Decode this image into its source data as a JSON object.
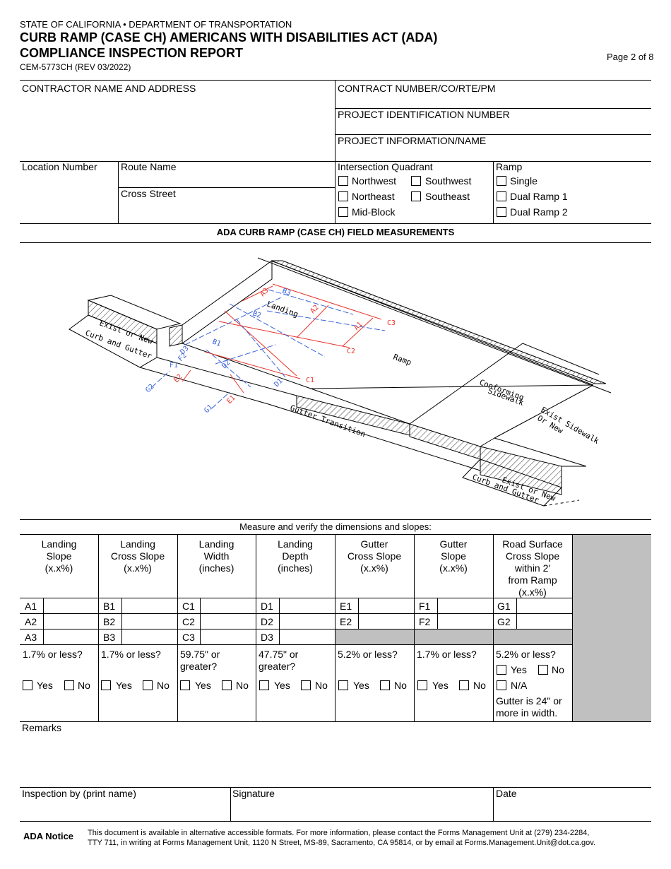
{
  "header": {
    "agency": "STATE OF CALIFORNIA • DEPARTMENT OF TRANSPORTATION",
    "title_line1": "CURB RAMP (CASE CH) AMERICANS WITH DISABILITIES ACT (ADA)",
    "title_line2": "COMPLIANCE INSPECTION REPORT",
    "form_number": "CEM-5773CH (REV 03/2022)",
    "page": "Page 2 of 8"
  },
  "info": {
    "contractor": "CONTRACTOR NAME AND ADDRESS",
    "contract_number": "CONTRACT NUMBER/CO/RTE/PM",
    "project_id": "PROJECT IDENTIFICATION NUMBER",
    "project_info": "PROJECT INFORMATION/NAME",
    "location_number": "Location Number",
    "route_name": "Route Name",
    "cross_street": "Cross Street",
    "quadrant_label": "Intersection Quadrant",
    "quadrants": [
      "Northwest",
      "Southwest",
      "Northeast",
      "Southeast",
      "Mid-Block"
    ],
    "ramp_label": "Ramp",
    "ramps": [
      "Single",
      "Dual Ramp 1",
      "Dual Ramp 2"
    ]
  },
  "section_title": "ADA CURB RAMP (CASE CH) FIELD MEASUREMENTS",
  "diagram": {
    "labels": {
      "landing": "Landing",
      "ramp": "Ramp",
      "conforming": "Conforming",
      "sidewalk": "Sidewalk",
      "exist_sidewalk_1": "Exist Sidewalk",
      "exist_sidewalk_2": "Or New",
      "gutter_transition": "Gutter Transition",
      "curb_left_1": "Exist or New",
      "curb_left_2": "Curb and Gutter",
      "curb_right_1": "Exist or New",
      "curb_right_2": "Curb and Gutter"
    },
    "points": [
      "A1",
      "A2",
      "A3",
      "B1",
      "B2",
      "B3",
      "C1",
      "C2",
      "C3",
      "D1",
      "D2",
      "D3",
      "E1",
      "E2",
      "F1",
      "F2",
      "G1",
      "G2"
    ],
    "colors": {
      "red": "#e8332a",
      "blue": "#3a64d8"
    }
  },
  "measure_caption": "Measure and verify the dimensions and slopes:",
  "columns": [
    {
      "header": [
        "Landing",
        "Slope",
        "(x.x%)"
      ],
      "rows": [
        "A1",
        "A2",
        "A3"
      ],
      "criteria": [
        "1.7% or less?"
      ]
    },
    {
      "header": [
        "Landing",
        "Cross Slope",
        "(x.x%)"
      ],
      "rows": [
        "B1",
        "B2",
        "B3"
      ],
      "criteria": [
        "1.7% or less?"
      ]
    },
    {
      "header": [
        "Landing",
        "Width",
        "(inches)"
      ],
      "rows": [
        "C1",
        "C2",
        "C3"
      ],
      "criteria": [
        "59.75\" or",
        "greater?"
      ]
    },
    {
      "header": [
        "Landing",
        "Depth",
        "(inches)"
      ],
      "rows": [
        "D1",
        "D2",
        "D3"
      ],
      "criteria": [
        "47.75\" or",
        "greater?"
      ]
    },
    {
      "header": [
        "Gutter",
        "Cross Slope",
        "(x.x%)"
      ],
      "rows": [
        "E1",
        "E2"
      ],
      "criteria": [
        "5.2% or less?"
      ]
    },
    {
      "header": [
        "Gutter",
        "Slope",
        "(x.x%)"
      ],
      "rows": [
        "F1",
        "F2"
      ],
      "criteria": [
        "1.7% or less?"
      ]
    },
    {
      "header": [
        "Road Surface",
        "Cross Slope",
        "within 2'",
        "from Ramp",
        "(x.x%)"
      ],
      "rows": [
        "G1",
        "G2"
      ],
      "criteria": [
        "5.2% or less?"
      ]
    }
  ],
  "yes_label": "Yes",
  "no_label": "No",
  "na_label": "N/A",
  "gutter_note": [
    "Gutter is 24\" or",
    "more in width."
  ],
  "remarks": "Remarks",
  "inspection_by": "Inspection by (print name)",
  "signature": "Signature",
  "date": "Date",
  "ada_notice": {
    "label": "ADA Notice",
    "line1": "This document is available in alternative accessible formats. For more information, please contact the Forms Management Unit at (279) 234-2284,",
    "line2": "TTY 711, in writing at Forms Management Unit, 1120 N Street, MS-89, Sacramento, CA 95814, or by email at Forms.Management.Unit@dot.ca.gov."
  }
}
